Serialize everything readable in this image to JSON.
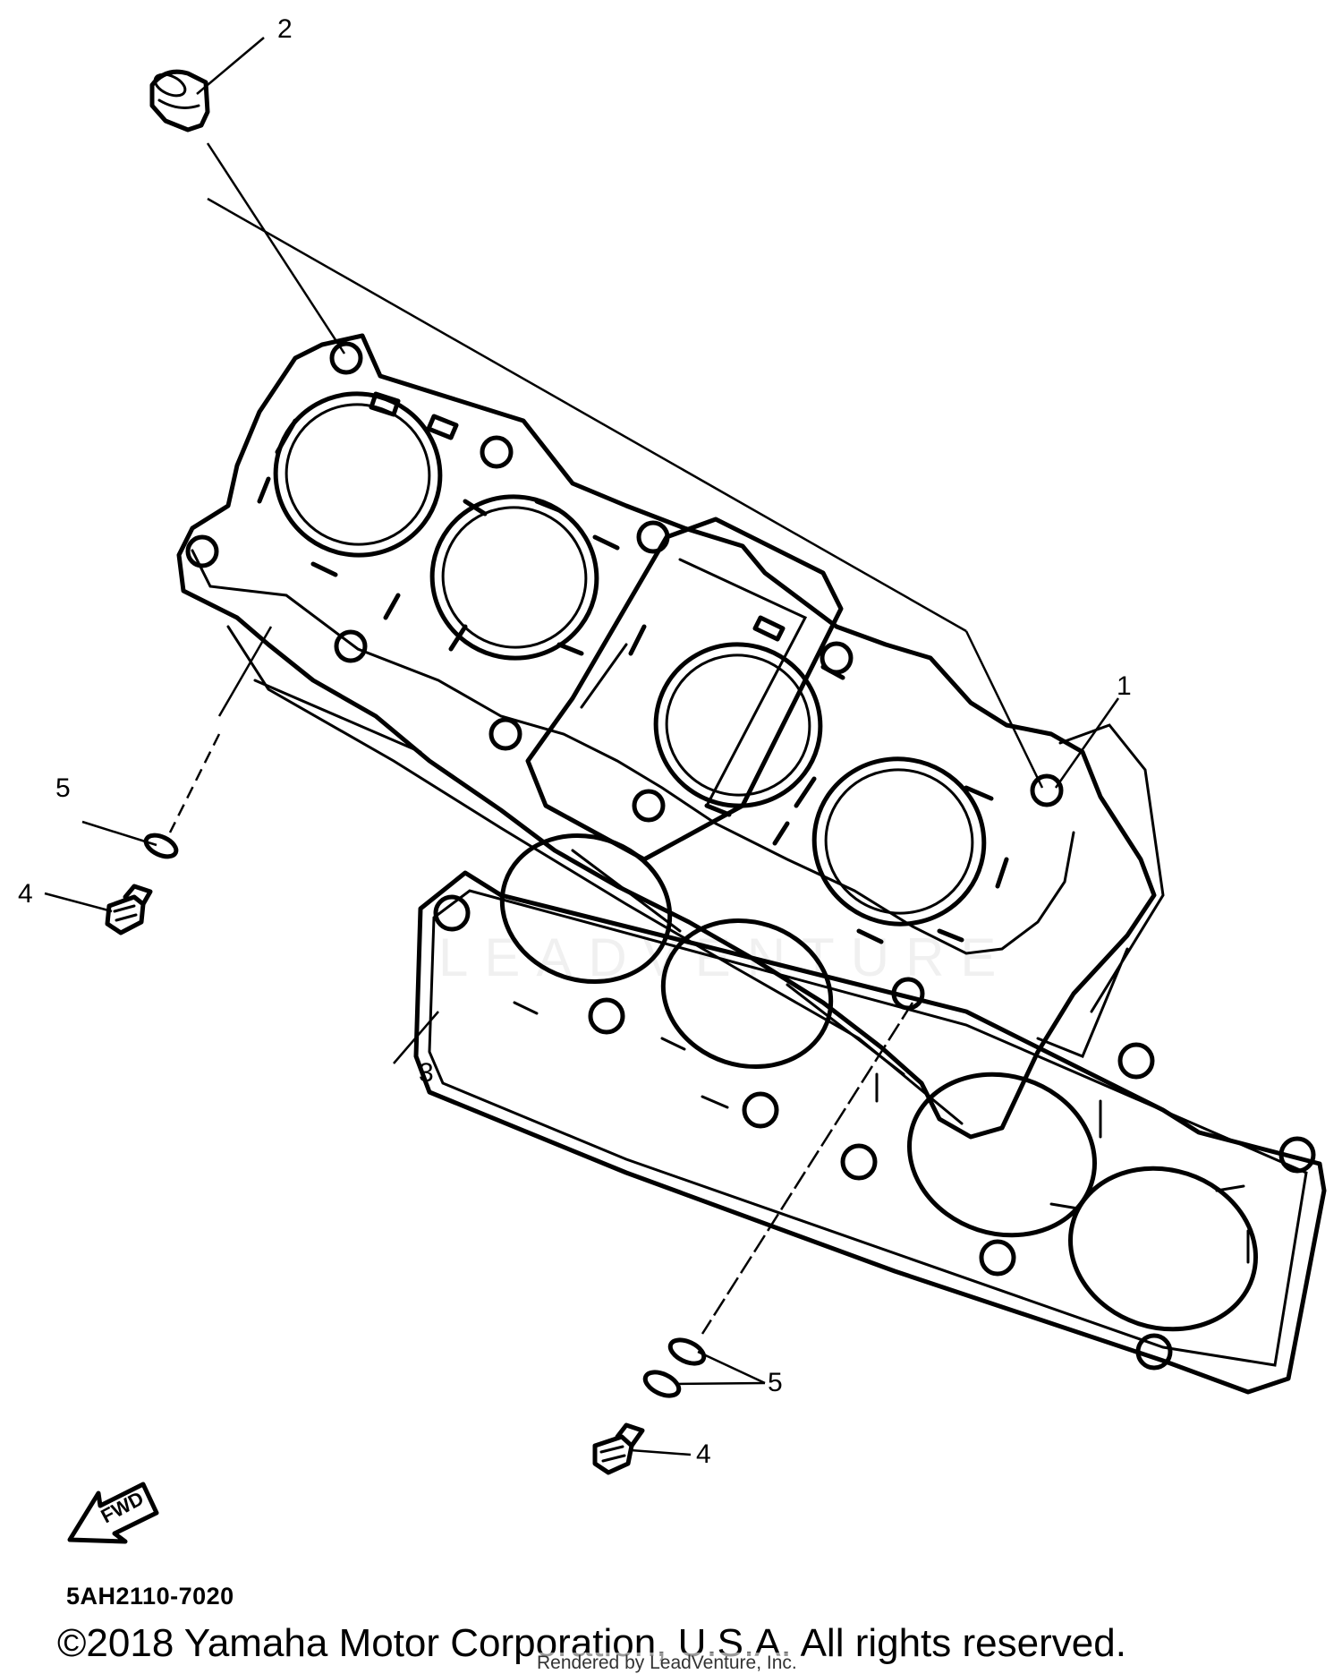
{
  "callouts": {
    "c1": "1",
    "c2": "2",
    "c3": "3",
    "c4a": "4",
    "c4b": "4",
    "c5a": "5",
    "c5b": "5"
  },
  "fwd_label": "FWD",
  "part_code": "5AH2110-7020",
  "copyright": "©2018 Yamaha Motor Corporation, U.S.A. All rights reserved.",
  "rendered_by": "Rendered by LeadVenture, Inc.",
  "watermark": "LEADVENTURE"
}
